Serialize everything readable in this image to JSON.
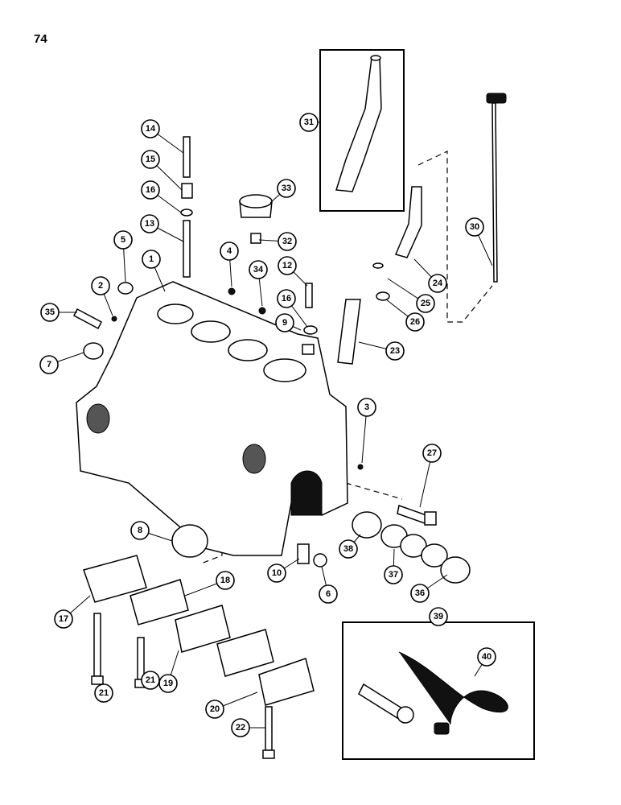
{
  "page": {
    "number": "74"
  },
  "diagram": {
    "callouts": [
      {
        "id": "1"
      },
      {
        "id": "2"
      },
      {
        "id": "3"
      },
      {
        "id": "4"
      },
      {
        "id": "5"
      },
      {
        "id": "6"
      },
      {
        "id": "7"
      },
      {
        "id": "8"
      },
      {
        "id": "9"
      },
      {
        "id": "10"
      },
      {
        "id": "12"
      },
      {
        "id": "13"
      },
      {
        "id": "14"
      },
      {
        "id": "15"
      },
      {
        "id": "16"
      },
      {
        "id": "16"
      },
      {
        "id": "17"
      },
      {
        "id": "18"
      },
      {
        "id": "19"
      },
      {
        "id": "20"
      },
      {
        "id": "21"
      },
      {
        "id": "21"
      },
      {
        "id": "22"
      },
      {
        "id": "23"
      },
      {
        "id": "24"
      },
      {
        "id": "25"
      },
      {
        "id": "26"
      },
      {
        "id": "27"
      },
      {
        "id": "30"
      },
      {
        "id": "31"
      },
      {
        "id": "32"
      },
      {
        "id": "33"
      },
      {
        "id": "34"
      },
      {
        "id": "35"
      },
      {
        "id": "36"
      },
      {
        "id": "37"
      },
      {
        "id": "38"
      },
      {
        "id": "39"
      },
      {
        "id": "40"
      }
    ]
  }
}
